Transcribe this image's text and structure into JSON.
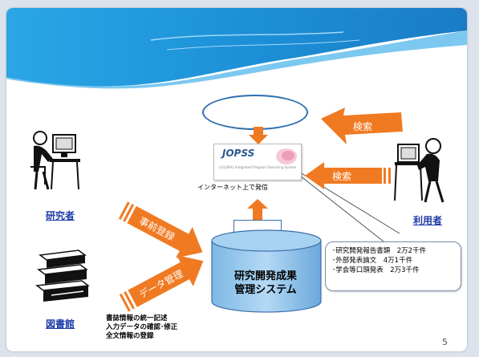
{
  "jopss_box": {
    "logo": "JOPSS",
    "subtitle": "J-GLOBAL Integrated Program Searching System",
    "caption": "インターネット上で発信"
  },
  "database": {
    "line1": "研究開発成果",
    "line2": "管理システム"
  },
  "people": {
    "researcher": "研究者",
    "library": "図書館",
    "user": "利用者"
  },
  "arrows": {
    "search_top": "検索",
    "search_mid": "検索",
    "pre_registration": "事前登録",
    "data_management": "データ管理"
  },
  "stats": [
    "･研究開発報告書類　2万2千件",
    "･外部発表論文　4万1千件",
    "･学会等口頭発表　2万3千件"
  ],
  "library_notes": [
    "書誌情報の統一記述",
    "入力データの確認･修正",
    "全文情報の登録"
  ],
  "page_number": "5",
  "colors": {
    "arrow": "#f07a22",
    "header_blue": "#1c8fd6",
    "database_blue": "#8fc4ec",
    "label_blue": "#1f3ca8"
  }
}
